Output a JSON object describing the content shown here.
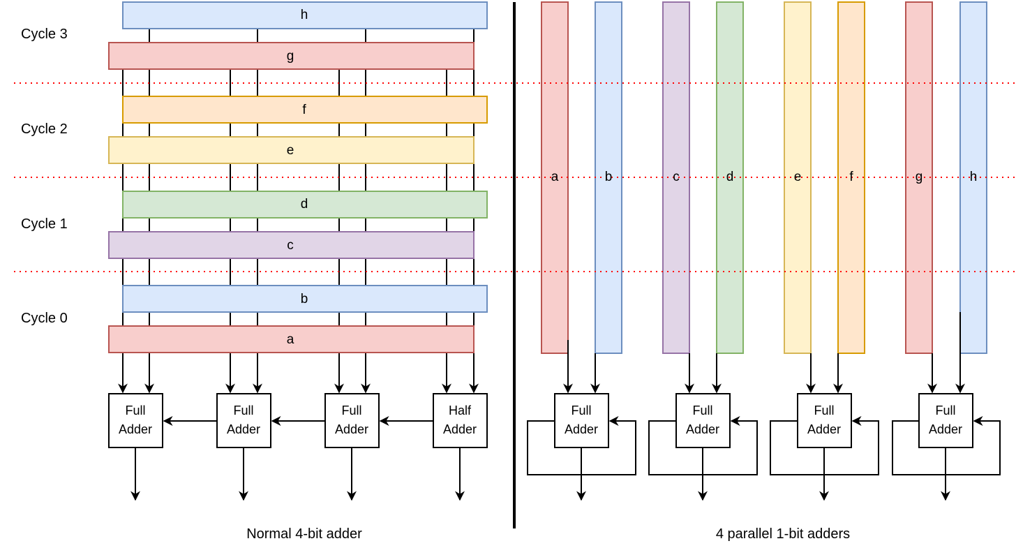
{
  "cycles": [
    "Cycle 3",
    "Cycle 2",
    "Cycle 1",
    "Cycle 0"
  ],
  "left_bars": [
    "h",
    "g",
    "f",
    "e",
    "d",
    "c",
    "b",
    "a"
  ],
  "left_adders": [
    {
      "line1": "Full",
      "line2": "Adder"
    },
    {
      "line1": "Full",
      "line2": "Adder"
    },
    {
      "line1": "Full",
      "line2": "Adder"
    },
    {
      "line1": "Half",
      "line2": "Adder"
    }
  ],
  "right_bars": [
    "a",
    "b",
    "c",
    "d",
    "e",
    "f",
    "g",
    "h"
  ],
  "right_adders": [
    {
      "line1": "Full",
      "line2": "Adder"
    },
    {
      "line1": "Full",
      "line2": "Adder"
    },
    {
      "line1": "Full",
      "line2": "Adder"
    },
    {
      "line1": "Full",
      "line2": "Adder"
    }
  ],
  "captions": {
    "left": "Normal 4-bit adder",
    "right": "4 parallel 1-bit adders"
  },
  "colors": {
    "red_fill": "#f8cecc",
    "red_stroke": "#b85450",
    "blue_fill": "#dae8fc",
    "blue_stroke": "#6c8ebf",
    "purple_fill": "#e1d5e7",
    "purple_stroke": "#9673a6",
    "green_fill": "#d5e8d4",
    "green_stroke": "#82b366",
    "yellow_fill": "#fff2cc",
    "yellow_stroke": "#d6b656",
    "orange_fill": "#ffe6cc",
    "orange_stroke": "#d79b00",
    "separator": "#ff0000"
  }
}
